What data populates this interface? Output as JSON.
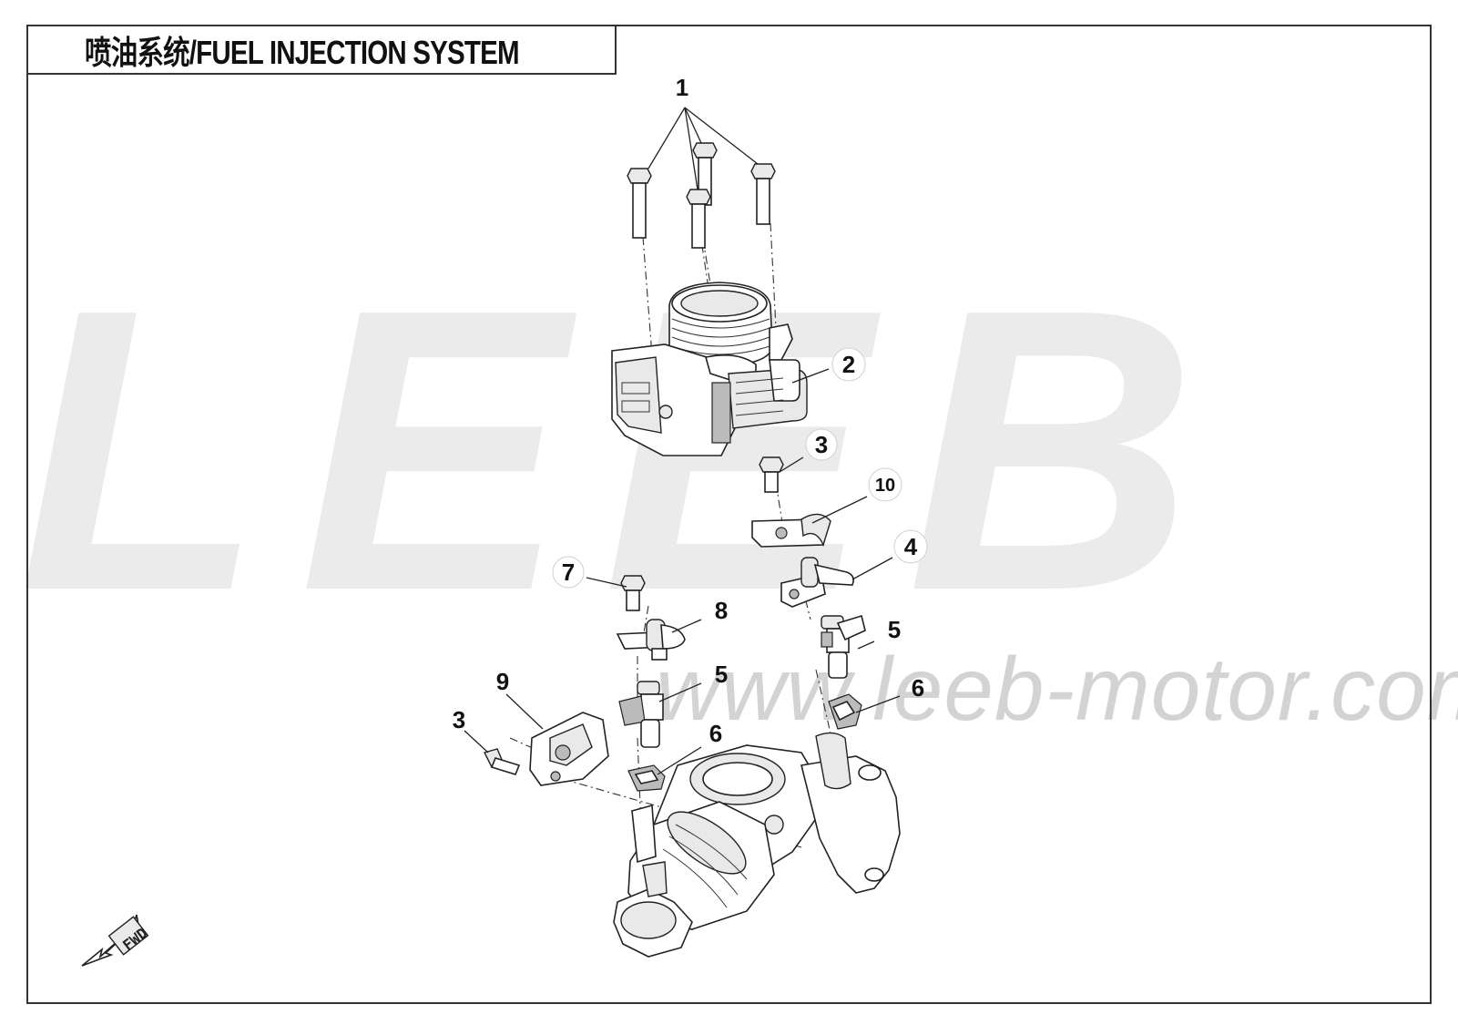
{
  "title": "喷油系统/FUEL INJECTION SYSTEM",
  "watermark": {
    "brand": "LEEB",
    "url": "www.leeb-motor.com"
  },
  "callouts": [
    {
      "id": "callout-1",
      "number": "1"
    },
    {
      "id": "callout-2",
      "number": "2"
    },
    {
      "id": "callout-3a",
      "number": "3"
    },
    {
      "id": "callout-10",
      "number": "10"
    },
    {
      "id": "callout-4",
      "number": "4"
    },
    {
      "id": "callout-7",
      "number": "7"
    },
    {
      "id": "callout-8",
      "number": "8"
    },
    {
      "id": "callout-5a",
      "number": "5"
    },
    {
      "id": "callout-5b",
      "number": "5"
    },
    {
      "id": "callout-9",
      "number": "9"
    },
    {
      "id": "callout-6a",
      "number": "6"
    },
    {
      "id": "callout-6b",
      "number": "6"
    },
    {
      "id": "callout-3b",
      "number": "3"
    }
  ],
  "fwd_indicator": "FWD"
}
